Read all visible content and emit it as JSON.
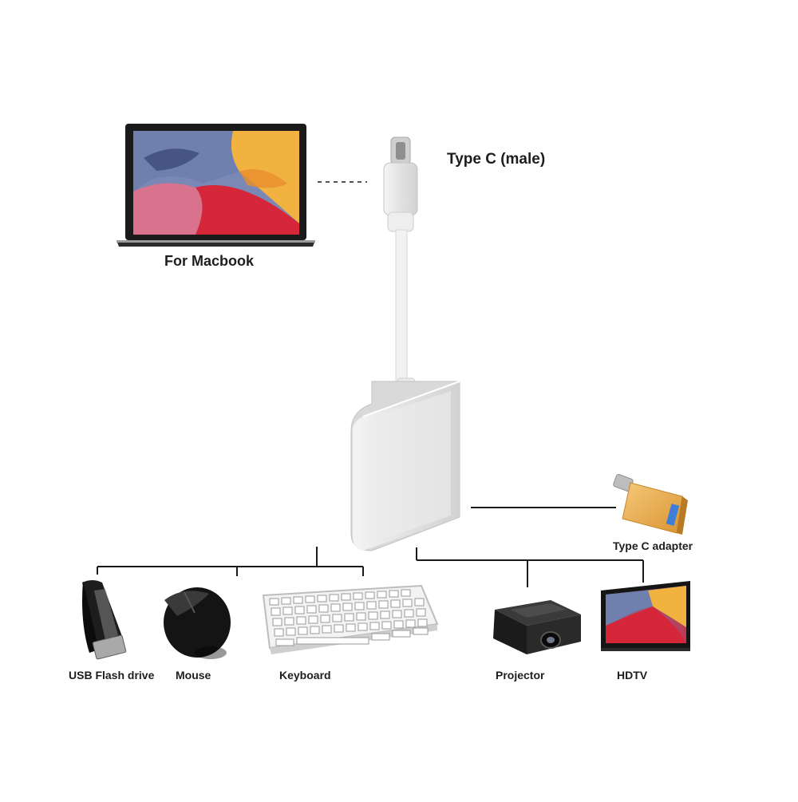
{
  "labels": {
    "type_c_male": "Type C (male)",
    "for_macbook": "For Macbook",
    "type_c_adapter": "Type C adapter",
    "usb_flash_drive": "USB Flash drive",
    "mouse": "Mouse",
    "keyboard": "Keyboard",
    "projector": "Projector",
    "hdtv": "HDTV"
  },
  "icons": {
    "laptop": "laptop-icon",
    "usb_c_hub": "usb-c-hub-icon",
    "adapter": "usb-c-to-usb-a-adapter-icon",
    "flash_drive": "usb-flash-drive-icon",
    "mouse": "mouse-icon",
    "keyboard": "keyboard-icon",
    "projector": "projector-icon",
    "tv": "tv-icon"
  },
  "colors": {
    "background": "#ffffff",
    "lines": "#1a1a1a",
    "device_silver": "#e6e6e6",
    "adapter_gold": "#e9a94a",
    "text": "#1d1d1d"
  }
}
